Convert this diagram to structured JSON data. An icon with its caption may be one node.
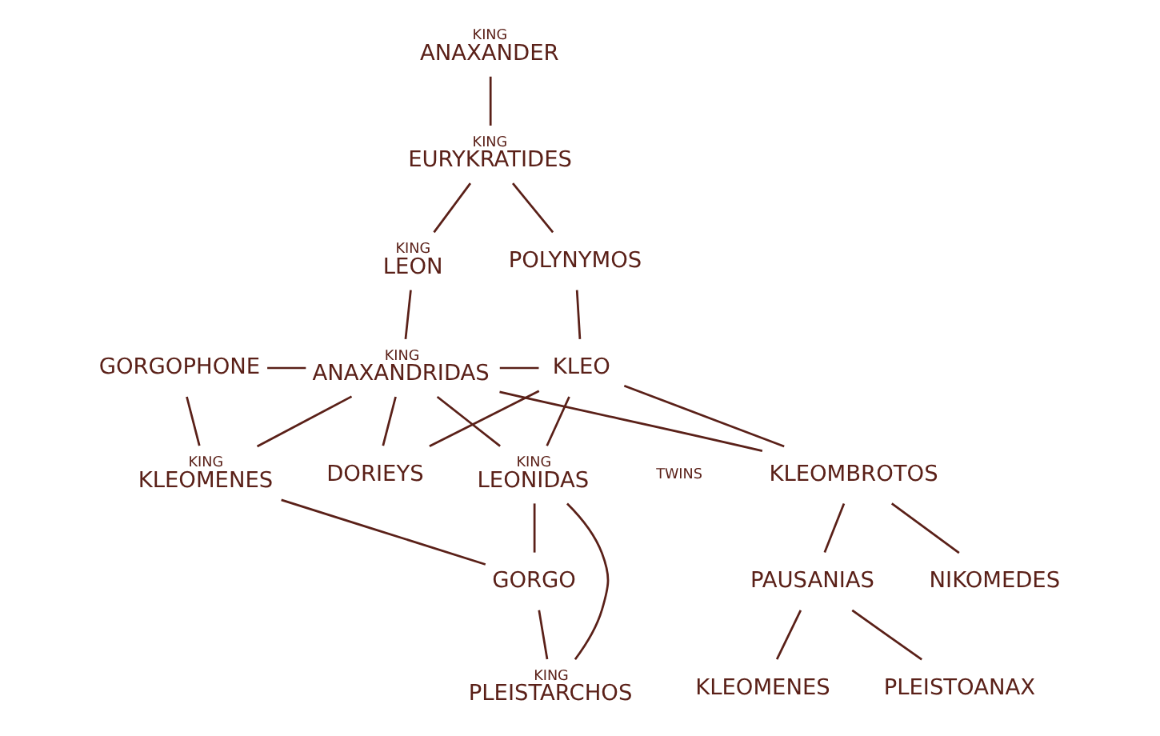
{
  "diagram": {
    "nodes": [
      {
        "text": [
          "KING",
          "ANAXANDER"
        ]
      },
      {
        "text": [
          "KING",
          "EURYKRATIDES"
        ]
      },
      {
        "text": [
          "KING",
          "LEON"
        ]
      },
      {
        "text": [
          "POLYNYMOS"
        ]
      },
      {
        "text": [
          "GORGOPHONE"
        ]
      },
      {
        "text": [
          "KING",
          "ANAXANDRIDAS"
        ]
      },
      {
        "text": [
          "KLEO"
        ]
      },
      {
        "text": [
          "KING",
          "KLEOMENES"
        ]
      },
      {
        "text": [
          "DORIEYS"
        ]
      },
      {
        "text": [
          "KING",
          "LEONIDAS"
        ]
      },
      {
        "text": [
          "KLEOMBROTOS"
        ]
      },
      {
        "text": [
          "GORGO"
        ]
      },
      {
        "text": [
          "PAUSANIAS"
        ]
      },
      {
        "text": [
          "NIKOMEDES"
        ]
      },
      {
        "text": [
          "KING",
          "PLEISTARCHOS"
        ]
      },
      {
        "text": [
          "PLEISTOANAX"
        ]
      },
      {
        "text": [
          "KLEOMENES"
        ]
      }
    ],
    "edges": [
      {
        "from": 0,
        "to": 1,
        "arrow": "none"
      },
      {
        "from": 1,
        "to": 2,
        "arrow": "none"
      },
      {
        "from": 1,
        "to": 3,
        "arrow": "none"
      },
      {
        "from": 2,
        "to": 5,
        "arrow": "none"
      },
      {
        "from": 3,
        "to": 6,
        "arrow": "none"
      },
      {
        "from": 4,
        "to": 5,
        "arrow": "none"
      },
      {
        "from": 5,
        "to": 6,
        "arrow": "none"
      },
      {
        "from": 4,
        "to": 7,
        "arrow": "none"
      },
      {
        "from": 5,
        "to": 7,
        "arrow": "none"
      },
      {
        "from": 5,
        "to": 8,
        "arrow": "none"
      },
      {
        "from": 6,
        "to": 8,
        "arrow": "none"
      },
      {
        "from": 5,
        "to": 9,
        "arrow": "none"
      },
      {
        "from": 6,
        "to": 9,
        "arrow": "none"
      },
      {
        "from": 5,
        "to": 10,
        "arrow": "none"
      },
      {
        "from": 6,
        "to": 10,
        "arrow": "none"
      },
      {
        "from": 7,
        "to": 11,
        "arrow": "none"
      },
      {
        "from": 10,
        "to": 12,
        "arrow": "none"
      },
      {
        "from": 10,
        "to": 13,
        "arrow": "none"
      },
      {
        "from": 11,
        "to": 9,
        "arrow": "none"
      },
      {
        "from": 11,
        "to": 14,
        "arrow": "none"
      },
      {
        "from": 9,
        "to": 14,
        "arrow": "none"
      },
      {
        "from": 12,
        "to": 15,
        "arrow": "none"
      },
      {
        "from": 12,
        "to": 16,
        "arrow": "none"
      }
    ],
    "labels": [
      "TWINS"
    ]
  }
}
